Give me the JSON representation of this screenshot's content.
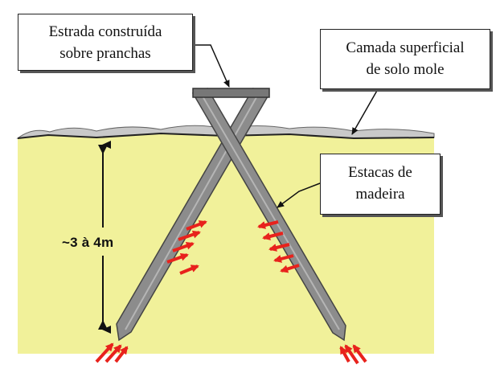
{
  "labels": {
    "road": [
      "Estrada construída",
      "sobre pranchas"
    ],
    "soft_soil": [
      "Camada superficial",
      "de solo mole"
    ],
    "piles": [
      "Estacas de",
      "madeira"
    ],
    "depth": "~3 à 4m"
  },
  "colors": {
    "soil": "#f1f19a",
    "pile": "#8c8c8c",
    "pile_dark": "#555555",
    "arrow": "#e8221c",
    "surface": "#c9c9c9"
  }
}
